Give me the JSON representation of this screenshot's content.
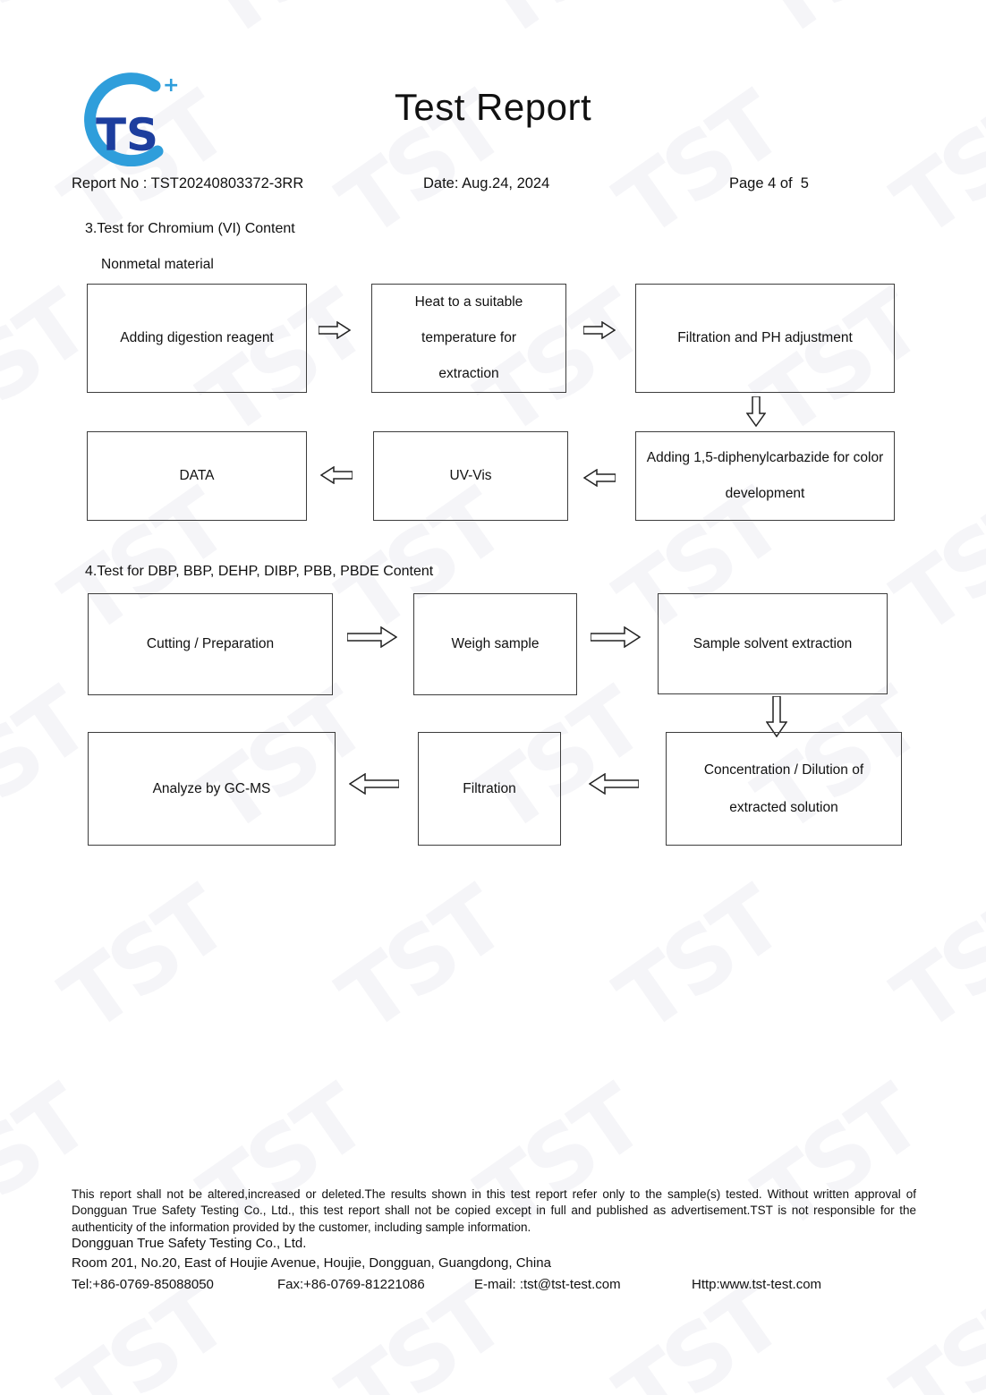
{
  "watermark": {
    "text": "TST",
    "color": "#f5f5f8"
  },
  "logo": {
    "letters": "TS",
    "plus": "+",
    "dark_blue": "#1d3e9e",
    "light_blue": "#2f9edb"
  },
  "title": "Test Report",
  "meta": {
    "report_no": "Report No : TST20240803372-3RR",
    "date": "Date: Aug.24, 2024",
    "page": "Page 4 of  5"
  },
  "section3": {
    "heading": "3.Test for Chromium (VI) Content",
    "subheading": "Nonmetal material",
    "boxes": {
      "adding_digestion": "Adding digestion reagent",
      "heat": "Heat to a suitable temperature for extraction",
      "filtration_ph": "Filtration and PH adjustment",
      "data": "DATA",
      "uv_vis": "UV-Vis",
      "diphenylcarbazide": "Adding 1,5-diphenylcarbazide for color development"
    }
  },
  "section4": {
    "heading": "4.Test for DBP, BBP, DEHP, DIBP, PBB, PBDE Content",
    "boxes": {
      "cutting": "Cutting / Preparation",
      "weigh": "Weigh sample",
      "solvent_extraction": "Sample solvent extraction",
      "analyze": "Analyze by GC-MS",
      "filtration": "Filtration",
      "concentration": "Concentration / Dilution of extracted solution"
    }
  },
  "footer": {
    "disclaimer": "This report shall not be altered,increased or deleted.The results shown in this test report refer only to the sample(s) tested. Without written approval of Dongguan True Safety Testing Co., Ltd., this test report shall not be copied except in full and published as advertisement.TST is not responsible for the authenticity of the information provided by the customer, including sample information.",
    "company": "Dongguan True Safety Testing Co., Ltd.",
    "address": "Room 201, No.20, East of Houjie Avenue, Houjie, Dongguan, Guangdong, China",
    "tel": "Tel:+86-0769-85088050",
    "fax": "Fax:+86-0769-81221086",
    "email": "E-mail: :tst@tst-test.com",
    "http": "Http:www.tst-test.com"
  }
}
